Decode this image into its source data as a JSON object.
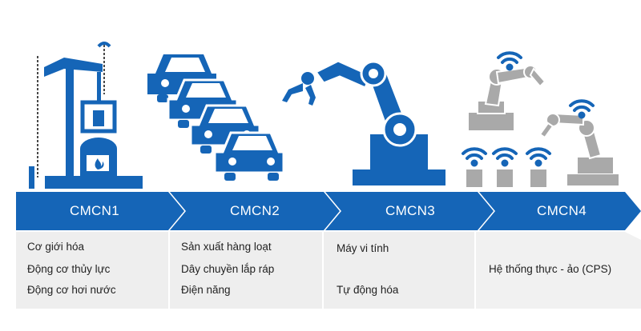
{
  "stages": [
    {
      "label": "CMCN1",
      "items": [
        "Cơ giới hóa",
        "Động cơ thủy lực",
        "Động cơ hơi nước"
      ]
    },
    {
      "label": "CMCN2",
      "items": [
        "Sản xuất hàng loạt",
        "Dây chuyền lắp ráp",
        "Điện năng"
      ]
    },
    {
      "label": "CMCN3",
      "items": [
        "Máy vi tính",
        "Tự động hóa"
      ]
    },
    {
      "label": "CMCN4",
      "items": [
        "Hệ thống thực - ảo (CPS)"
      ]
    }
  ],
  "colors": {
    "blue": "#1565b7",
    "text_panel": "#eeeeee",
    "text_panel_alt": "#f3f3f3",
    "robot_gray": "#a9a9a9"
  },
  "icons": [
    "steam-engine-icon",
    "cars-icon",
    "robot-arm-icon",
    "connected-robots-icon"
  ]
}
